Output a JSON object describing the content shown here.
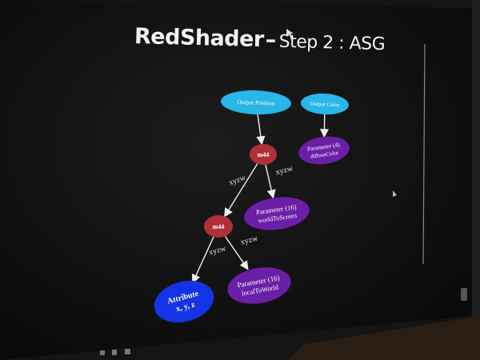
{
  "slide": {
    "title": "RedShader",
    "dash": "–",
    "subtitle": "Step 2 : ASG"
  },
  "graph": {
    "nodes": [
      {
        "id": "output-position",
        "lines": [
          "Output Position"
        ],
        "color": "#29b6e8"
      },
      {
        "id": "output-color",
        "lines": [
          "Output Color"
        ],
        "color": "#29b6e8"
      },
      {
        "id": "parameter-diffuse-color",
        "lines": [
          "Parameter (4)",
          "diffuseColor"
        ],
        "color": "#6a1fa6"
      },
      {
        "id": "m44-top",
        "lines": [
          "m44"
        ],
        "color": "#b0303a"
      },
      {
        "id": "parameter-world-to-screen",
        "lines": [
          "Parameter (16)",
          "worldToScreen"
        ],
        "color": "#6a1fa6"
      },
      {
        "id": "m44-bottom",
        "lines": [
          "m44"
        ],
        "color": "#b0303a"
      },
      {
        "id": "attribute-xyz",
        "lines": [
          "Attribute",
          "x, y, z"
        ],
        "color": "#1533e6"
      },
      {
        "id": "parameter-local-to-world",
        "lines": [
          "Parameter (16)",
          "localToWorld"
        ],
        "color": "#6a1fa6"
      }
    ],
    "edges": [
      {
        "from": "output-position",
        "to": "m44-top",
        "label": ""
      },
      {
        "from": "output-color",
        "to": "parameter-diffuse-color",
        "label": ""
      },
      {
        "from": "m44-top",
        "to": "m44-bottom",
        "label": "xyzw"
      },
      {
        "from": "m44-top",
        "to": "parameter-world-to-screen",
        "label": "xyzw"
      },
      {
        "from": "m44-bottom",
        "to": "attribute-xyz",
        "label": "xyzw"
      },
      {
        "from": "m44-bottom",
        "to": "parameter-local-to-world",
        "label": "xyzw"
      }
    ]
  }
}
